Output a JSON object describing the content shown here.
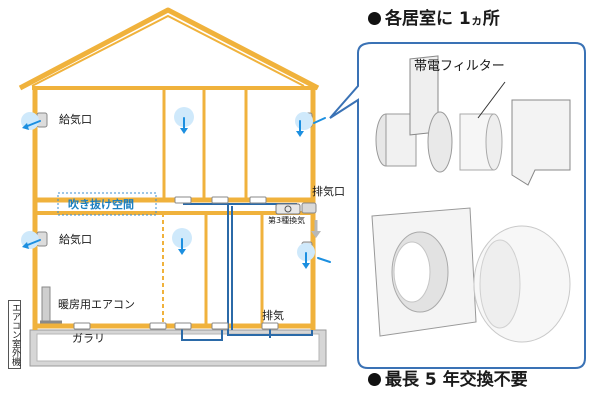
{
  "headings": {
    "top_line": "●各居室に 1 ヵ所",
    "top_text": "各居室に",
    "top_num": "1",
    "top_unit": "ヵ",
    "top_tail": "所",
    "bottom_text": "最長",
    "bottom_num": "5",
    "bottom_tail": "年交換不要"
  },
  "labels": {
    "supply_upper": "給気口",
    "supply_lower": "給気口",
    "exhaust_port": "排気口",
    "exhaust": "排気",
    "atrium": "吹き抜け空間",
    "fan_name": "第3種換気",
    "heating_ac": "暖房用エアコン",
    "gallery": "ガラリ",
    "ac_outdoor": "エアコン室外機",
    "filter": "帯電フィルター"
  },
  "colors": {
    "wall": "#f0b23c",
    "duct": "#2b6aa8",
    "airflow": "#1c8fe0",
    "foundation": "#d0d0d0",
    "panel_border": "#3a72b5",
    "panel_fill": "#ffffff"
  }
}
